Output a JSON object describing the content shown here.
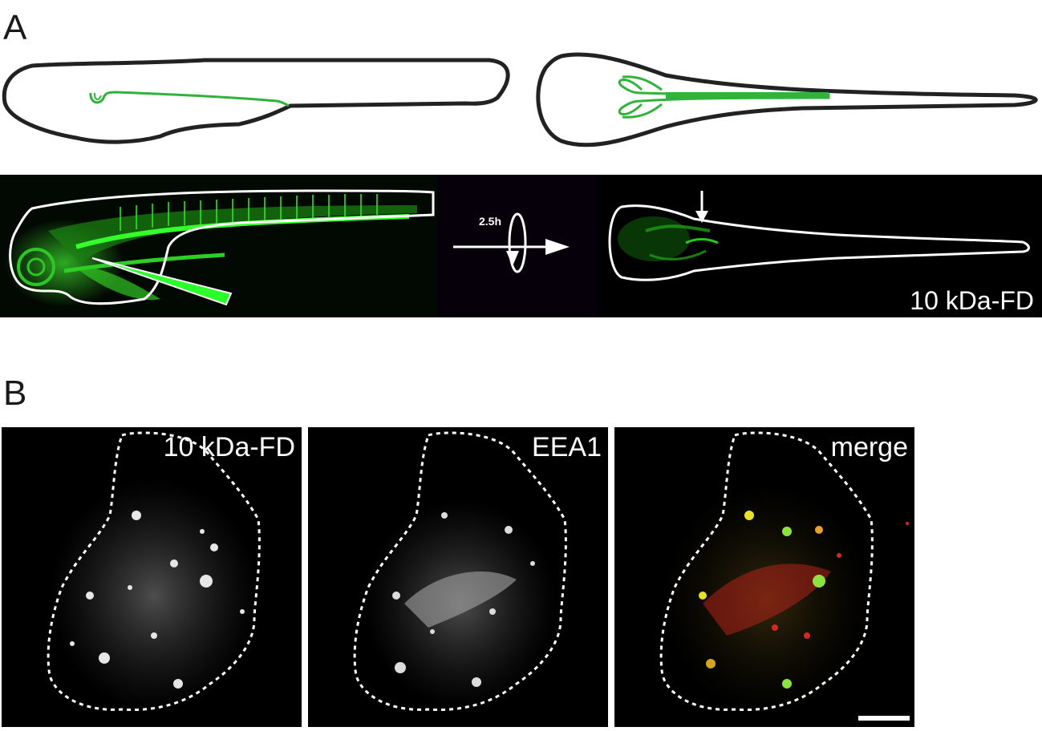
{
  "panelA": {
    "letter": "A",
    "time_label": "2.5h",
    "image_label": "10 kDa-FD",
    "colors": {
      "fluorescence": "#28d21c",
      "outline": "#222222"
    }
  },
  "panelB": {
    "letter": "B",
    "channels": [
      {
        "label": "10 kDa-FD"
      },
      {
        "label": "EEA1"
      },
      {
        "label": "merge"
      }
    ],
    "colors": {
      "red_channel": "#d42a1e",
      "green_channel": "#3ddc2a",
      "colocalized": "#e7e12a"
    }
  }
}
